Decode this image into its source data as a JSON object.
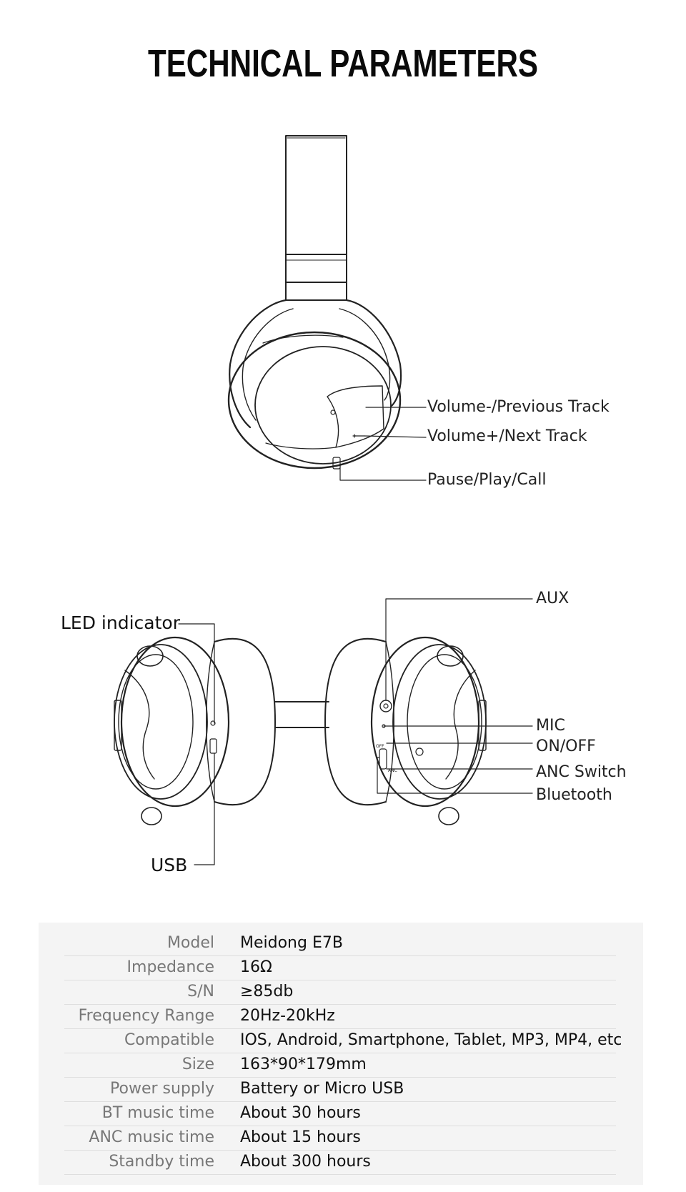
{
  "title": "TECHNICAL PARAMETERS",
  "side_view_callouts": {
    "volume_minus": "Volume-/Previous Track",
    "volume_plus": "Volume+/Next Track",
    "pause_play": "Pause/Play/Call"
  },
  "front_view_callouts": {
    "led": "LED indicator",
    "usb": "USB",
    "aux": "AUX",
    "mic": "MIC",
    "on_off": "ON/OFF",
    "anc": "ANC Switch",
    "bluetooth": "Bluetooth"
  },
  "switch_marks": {
    "off": "OFF",
    "anc": "ANC"
  },
  "specs": [
    {
      "label": "Model",
      "value": "Meidong E7B"
    },
    {
      "label": "Impedance",
      "value": "16Ω"
    },
    {
      "label": "S/N",
      "value": "≥85db"
    },
    {
      "label": "Frequency Range",
      "value": "20Hz-20kHz"
    },
    {
      "label": "Compatible",
      "value": "IOS, Android, Smartphone, Tablet, MP3, MP4, etc"
    },
    {
      "label": "Size",
      "value": "163*90*179mm"
    },
    {
      "label": "Power supply",
      "value": "Battery or Micro USB"
    },
    {
      "label": "BT music time",
      "value": "About 30 hours"
    },
    {
      "label": "ANC music time",
      "value": "About 15 hours"
    },
    {
      "label": "Standby time",
      "value": "About 300 hours"
    }
  ]
}
